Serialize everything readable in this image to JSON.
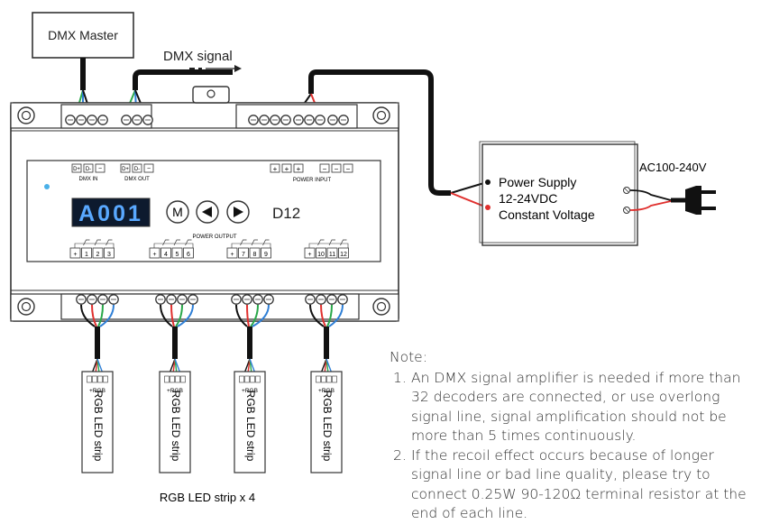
{
  "dmx_master": "DMX Master",
  "dmx_signal": "DMX signal",
  "device": {
    "model": "D12",
    "display": "A001",
    "button_m": "M",
    "btn_left": "◀",
    "btn_right": "▶",
    "dmx_in_label": "DMX IN",
    "dmx_out_label": "DMX OUT",
    "power_input_label": "POWER INPUT",
    "power_output_label": "POWER OUTPUT",
    "d_plus": "D+",
    "d_minus": "D-",
    "minus": "−",
    "plus": "+",
    "channels": [
      "1",
      "2",
      "3",
      "4",
      "5",
      "6",
      "7",
      "8",
      "9",
      "10",
      "11",
      "12"
    ]
  },
  "power_supply": {
    "line1": "Power Supply",
    "line2": "12-24VDC",
    "line3": "Constant Voltage",
    "ac_label": "AC100-240V"
  },
  "strips": {
    "label": "RGB LED strip",
    "terminal": "+RGB",
    "caption": "RGB LED strip x 4"
  },
  "note": {
    "title": "Note:",
    "items": [
      {
        "num": "1.",
        "text": "An DMX signal amplifier is needed if more than 32 decoders are connected, or use overlong signal line, signal amplification should not be more than 5 times continuously."
      },
      {
        "num": "2.",
        "text": "If the recoil effect occurs because of longer signal line or bad line quality, please try to connect 0.25W 90-120Ω terminal resistor at the end of each line."
      }
    ]
  },
  "colors": {
    "outline": "#333333",
    "wire_red": "#e0302e",
    "wire_green": "#2aa84a",
    "wire_blue": "#2f7fd6",
    "wire_black": "#111111",
    "display_bg": "#0d1a2e",
    "display_fg": "#59a8ff",
    "led": "#4ab0e8"
  }
}
